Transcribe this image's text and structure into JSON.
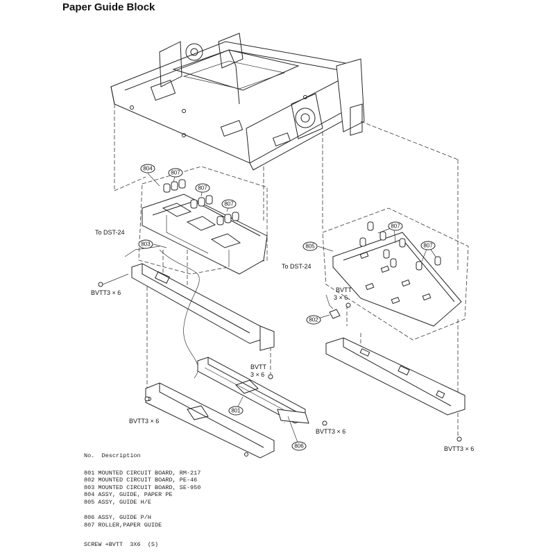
{
  "title": "Paper Guide Block",
  "callouts": {
    "c804": "804",
    "c807a": "807",
    "c807b": "807",
    "c807c": "807",
    "c803": "803",
    "c805": "805",
    "c807d": "807",
    "c807e": "807",
    "c802": "802",
    "c801": "801",
    "c806": "806"
  },
  "labels": {
    "to_dst_left": "To DST-24",
    "to_dst_right": "To DST-24",
    "bvtt_left": "BVTT3 × 6",
    "bvtt_center_1": "BVTT",
    "bvtt_center_2": "3 × 6",
    "bvtt_right_1": "BVTT",
    "bvtt_right_2": "3 × 6",
    "bvtt_bottom_left": "BVTT3 × 6",
    "bvtt_bottom_mid": "BVTT3 × 6",
    "bvtt_bottom_right": "BVTT3 × 6"
  },
  "parts_table": {
    "header_no": "No.",
    "header_desc": "Description",
    "rows": [
      {
        "no": "801",
        "desc": "MOUNTED CIRCUIT BOARD, RM-217"
      },
      {
        "no": "802",
        "desc": "MOUNTED CIRCUIT BOARD, PE-46"
      },
      {
        "no": "803",
        "desc": "MOUNTED CIRCUIT BOARD, SE-950"
      },
      {
        "no": "804",
        "desc": "ASSY, GUIDE, PAPER PE"
      },
      {
        "no": "805",
        "desc": "ASSY, GUIDE H/E"
      },
      {
        "no": "806",
        "desc": "ASSY, GUIDE P/H"
      },
      {
        "no": "807",
        "desc": "ROLLER,PAPER GUIDE"
      }
    ],
    "screw_note": "SCREW +BVTT  3X6  (S)"
  }
}
